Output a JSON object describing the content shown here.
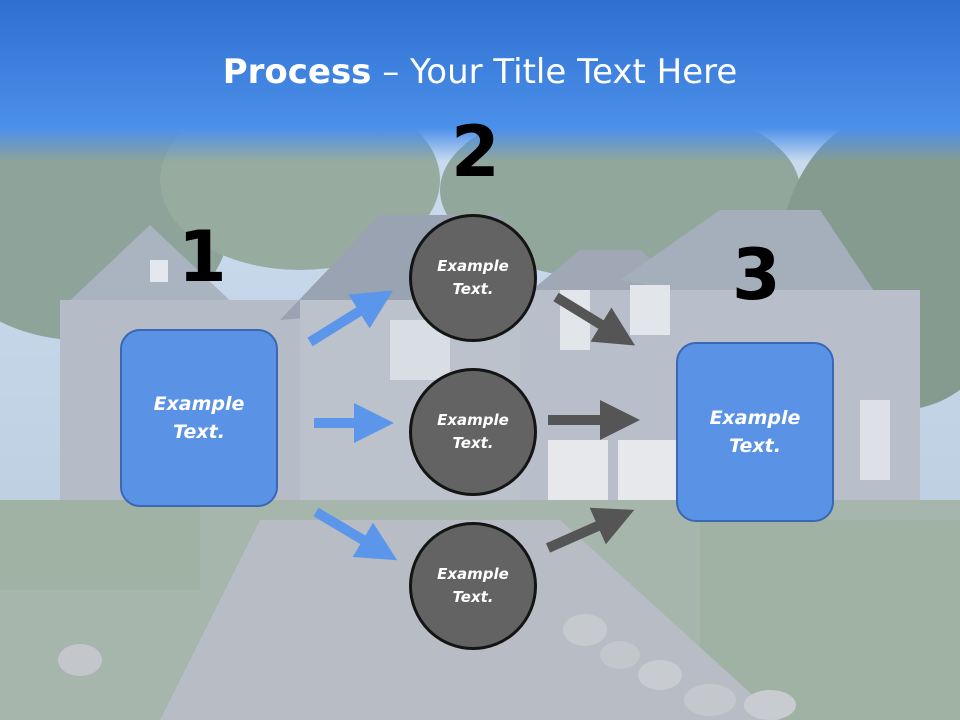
{
  "title": {
    "bold": "Process",
    "rest": " – Your Title Text Here"
  },
  "steps": {
    "one": "1",
    "two": "2",
    "three": "3"
  },
  "left_box": {
    "line1": "Example",
    "line2": "Text."
  },
  "right_box": {
    "line1": "Example",
    "line2": "Text."
  },
  "circles": [
    {
      "line1": "Example",
      "line2": "Text."
    },
    {
      "line1": "Example",
      "line2": "Text."
    },
    {
      "line1": "Example",
      "line2": "Text."
    }
  ],
  "colors": {
    "header": "#3a7fe0",
    "box": "#5a92e6",
    "circle": "#636363",
    "blue_arrow": "#5b96ea",
    "gray_arrow": "#555555"
  }
}
